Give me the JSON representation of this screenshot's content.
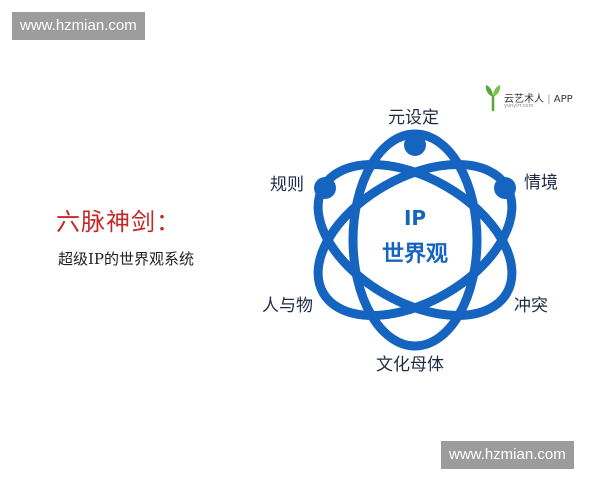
{
  "watermarks": {
    "top": "www.hzmian.com",
    "bottom": "www.hzmian.com"
  },
  "brand": {
    "name": "云艺术人",
    "separator": "|",
    "app": "APP",
    "sub": "yunyirr.com",
    "logo_color": "#5aa43a"
  },
  "headline": "六脉神剑：",
  "subheadline": "超级IP的世界观系统",
  "diagram": {
    "center_line1": "IP",
    "center_line2": "世界观",
    "nodes": [
      "元设定",
      "情境",
      "冲突",
      "文化母体",
      "人与物",
      "规则"
    ],
    "accent_color": "#1565c0"
  }
}
